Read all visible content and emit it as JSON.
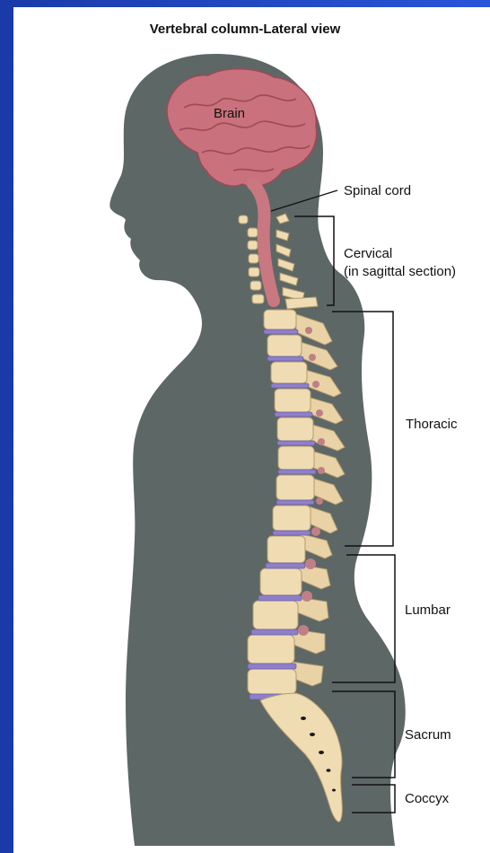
{
  "title": "Vertebral column-Lateral view",
  "labels": {
    "brain": "Brain",
    "spinal_cord": "Spinal cord",
    "cervical": "Cervical",
    "cervical_note": "(in sagittal section)",
    "thoracic": "Thoracic",
    "lumbar": "Lumbar",
    "sacrum": "Sacrum",
    "coccyx": "Coccyx"
  },
  "colors": {
    "background": "#1e46c4",
    "body_silhouette": "#5d6766",
    "brain": "#c9727d",
    "bone": "#efdcb2",
    "disc": "#8e80c8",
    "bracket": "#111111"
  }
}
